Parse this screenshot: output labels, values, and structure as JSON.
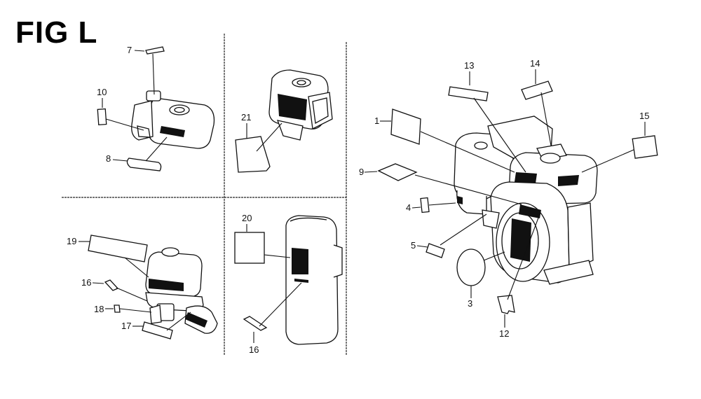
{
  "title": "FIG L",
  "callouts": [
    "1",
    "3",
    "4",
    "5",
    "7",
    "8",
    "9",
    "10",
    "12",
    "13",
    "14",
    "15",
    "16",
    "16",
    "17",
    "18",
    "19",
    "20",
    "21"
  ]
}
